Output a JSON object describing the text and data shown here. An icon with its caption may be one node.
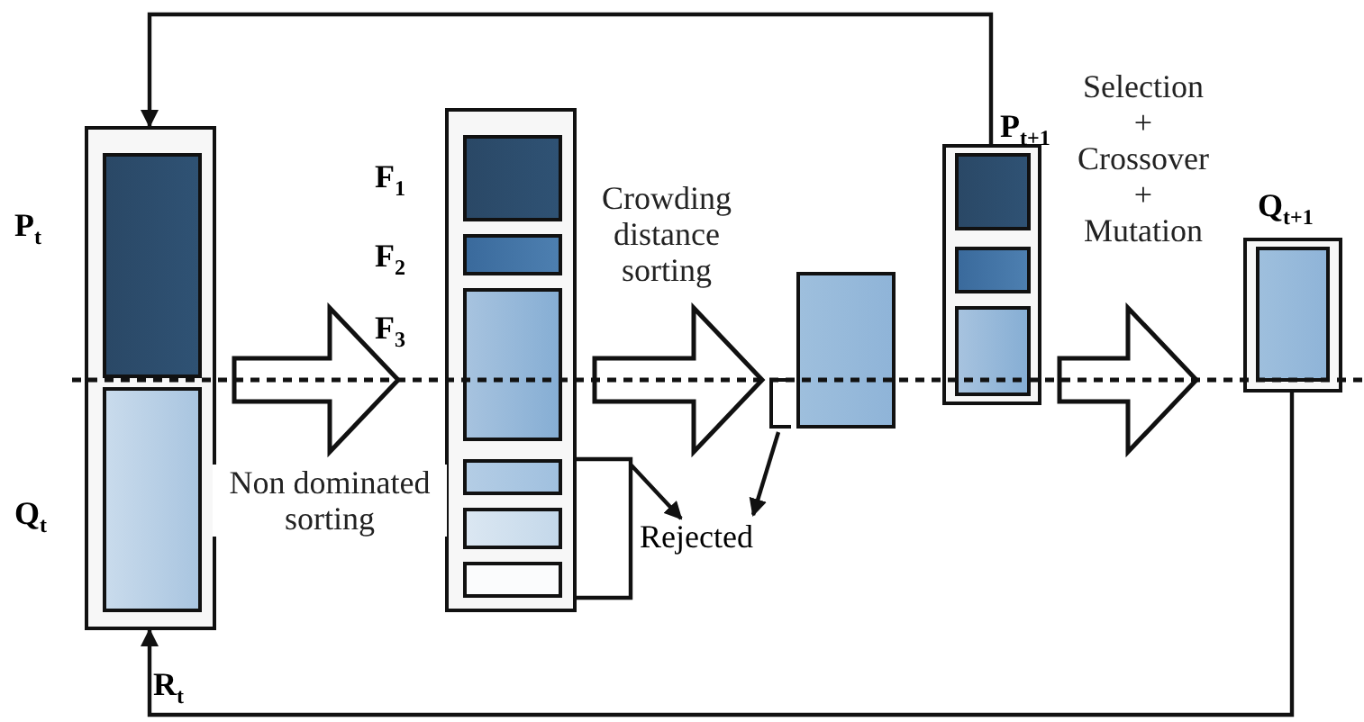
{
  "diagram": {
    "nodes": [
      {
        "text": [
          "R$_{t}$"
        ]
      },
      {
        "text": [
          "P$_{t}$"
        ],
        "in": 0
      },
      {
        "text": [
          "Q$_{t}$"
        ],
        "in": 0
      },
      {
        "text": [],
        "shape": "box"
      },
      {
        "text": [
          "F$_{1}$"
        ],
        "in": 3
      },
      {
        "text": [
          "F$_{2}$"
        ],
        "in": 3
      },
      {
        "text": [
          "F$_{3}$"
        ],
        "in": 3
      },
      {
        "text": [],
        "shape": "box",
        "in": 3
      },
      {
        "text": [],
        "shape": "box",
        "in": 3
      },
      {
        "text": [],
        "shape": "box",
        "in": 3
      },
      {
        "text": [
          "Rejected"
        ]
      },
      {
        "text": [],
        "shape": "bracket"
      },
      {
        "text": [],
        "shape": "box"
      },
      {
        "text": [
          "P$_{t+1}$"
        ]
      },
      {
        "text": [],
        "shape": "box",
        "in": 13
      },
      {
        "text": [],
        "shape": "box",
        "in": 13
      },
      {
        "text": [],
        "shape": "box",
        "in": 13
      },
      {
        "text": [
          "Q$_{t+1}$"
        ]
      },
      {
        "text": [],
        "shape": "box",
        "in": 17
      }
    ],
    "edges": [
      {
        "from": 0,
        "to": 3,
        "arrow": "to",
        "style": "thick",
        "label": "Non dominated sorting"
      },
      {
        "from": 3,
        "to": 10,
        "arrow": "to"
      },
      {
        "from": 3,
        "to": 11,
        "arrow": "to",
        "style": "thick",
        "label": "Crowding distance sorting"
      },
      {
        "from": 11,
        "to": 10,
        "arrow": "to"
      },
      {
        "from": 13,
        "to": 17,
        "arrow": "to",
        "style": "thick",
        "label": "Selection + Crossover + Mutation"
      },
      {
        "from": 13,
        "to": 0,
        "arrow": "to"
      },
      {
        "from": 17,
        "to": 0,
        "arrow": "to"
      }
    ]
  }
}
